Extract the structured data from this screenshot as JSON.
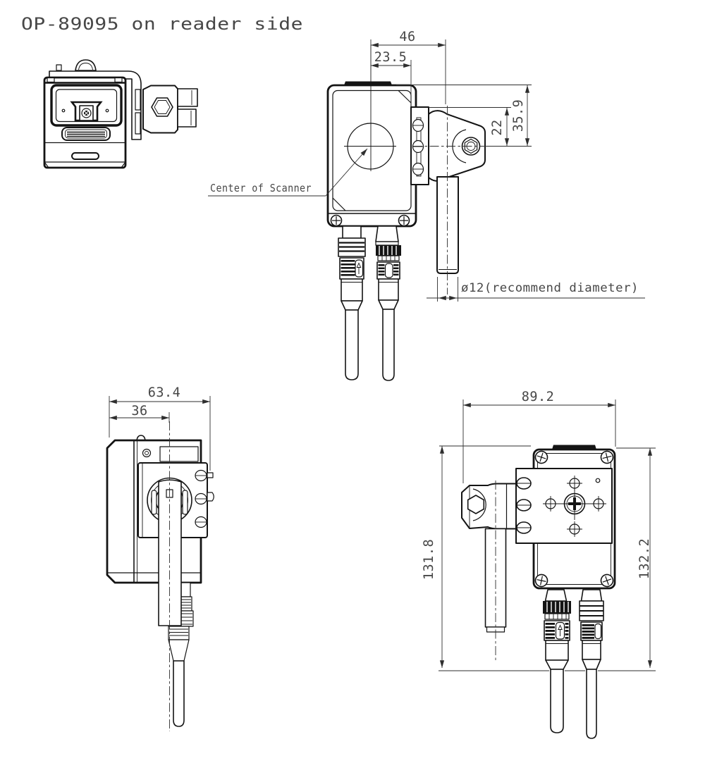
{
  "title": "OP-89095 on reader side",
  "views": {
    "front": {
      "dim_center_to_rod": "46",
      "dim_center_to_edge": "23.5",
      "dim_bracket_height": "22",
      "dim_top_to_center": "35.9",
      "center_label": "Center of Scanner",
      "rod_note": "ø12(recommend diameter)"
    },
    "side": {
      "dim_overall_depth": "63.4",
      "dim_front_to_rod": "36"
    },
    "back": {
      "dim_overall_width": "89.2",
      "dim_height_left": "131.8",
      "dim_height_right": "132.2"
    }
  }
}
